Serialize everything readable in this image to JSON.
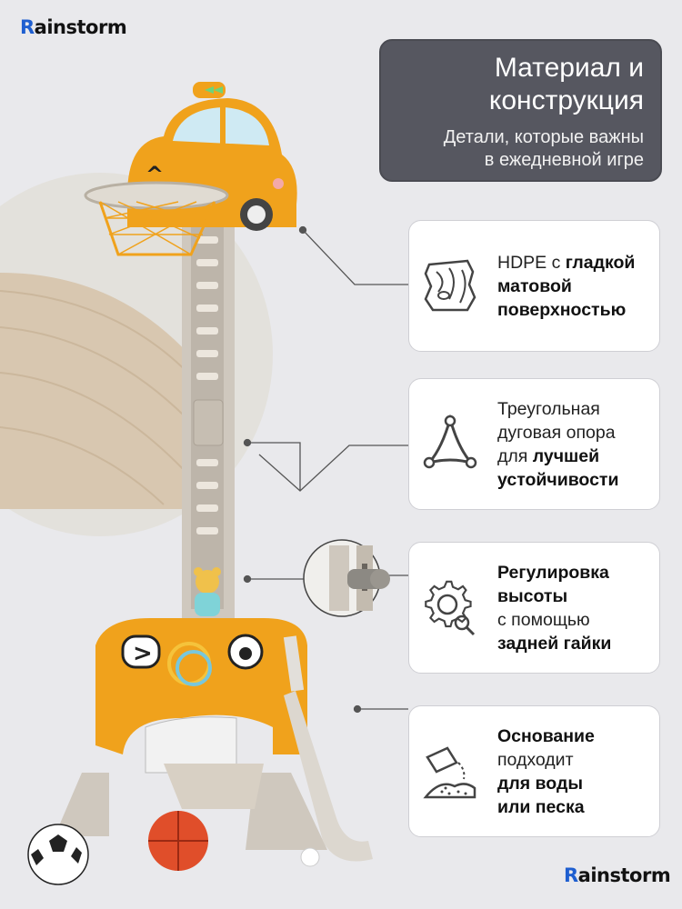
{
  "brand": {
    "initial": "R",
    "rest": "ainstorm"
  },
  "header": {
    "title_line1": "Материал и",
    "title_line2": "конструкция",
    "subtitle_line1": "Детали, которые важны",
    "subtitle_line2": "в ежедневной игре"
  },
  "features": [
    {
      "icon": "wood-texture-icon",
      "line1_normal": "HDPE с ",
      "line1_bold": "гладкой",
      "line2": "матовой",
      "line3": "поверхностью"
    },
    {
      "icon": "triangle-support-icon",
      "line1": "Треугольная",
      "line2": "дуговая опора",
      "line3_normal": "для ",
      "line3_bold": "лучшей",
      "line4": "устойчивости"
    },
    {
      "icon": "gear-search-icon",
      "line1": "Регулировка",
      "line2": "высоты",
      "line3": "с помощью",
      "line4": "задней гайки"
    },
    {
      "icon": "water-sand-icon",
      "line1": "Основание",
      "line2": "подходит",
      "line3": "для воды",
      "line4": "или песка"
    }
  ],
  "colors": {
    "header_bg": "#565760",
    "toy_orange": "#f0a21c",
    "pole": "#cfc8be",
    "brand_r": "#1f5fd0"
  },
  "illustration": {
    "car_marker_1": "^",
    "car_marker_2": ">"
  }
}
